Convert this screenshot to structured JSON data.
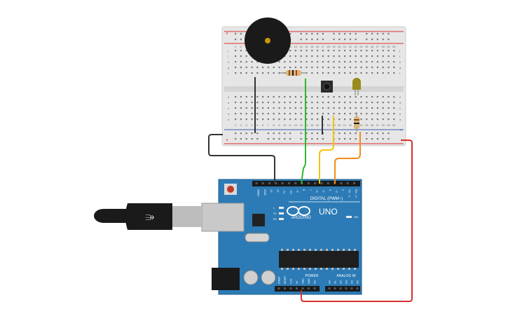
{
  "breadboard": {
    "column_numbers": [
      "1",
      "2",
      "3",
      "4",
      "5",
      "6",
      "7",
      "8",
      "9",
      "10",
      "11",
      "12",
      "13",
      "14",
      "15",
      "16",
      "17",
      "18",
      "19",
      "20",
      "21",
      "22",
      "23",
      "24",
      "25",
      "26",
      "27",
      "28",
      "29",
      "30"
    ],
    "row_letters_top": [
      "j",
      "i",
      "h",
      "g",
      "f"
    ],
    "row_letters_bottom": [
      "e",
      "d",
      "c",
      "b",
      "a"
    ],
    "rail_plus": "+",
    "rail_minus": "−"
  },
  "arduino": {
    "brand": "ARDUINO",
    "model": "UNO",
    "digital_label": "DIGITAL (PWM~)",
    "power_label": "POWER",
    "analog_label": "ANALOG IN",
    "on_label": "ON",
    "led_labels": [
      "L",
      "TX",
      "RX"
    ],
    "digital_pins": [
      "AREF",
      "GND",
      "13",
      "12",
      "~11",
      "~10",
      "~9",
      "8",
      "7",
      "~6",
      "~5",
      "4",
      "~3",
      "2",
      "TX→1",
      "RX←0"
    ],
    "power_pins": [
      "IOREF",
      "RESET",
      "3.3V",
      "5V",
      "GND",
      "GND",
      "Vin"
    ],
    "analog_pins": [
      "A0",
      "A1",
      "A2",
      "A3",
      "A4",
      "A5"
    ]
  },
  "colors": {
    "board_blue": "#2c7bb6",
    "wire_green": "#2eb82e",
    "wire_yellow": "#f2c40c",
    "wire_orange": "#f28c18",
    "wire_red": "#d93030",
    "wire_black": "#333333"
  }
}
